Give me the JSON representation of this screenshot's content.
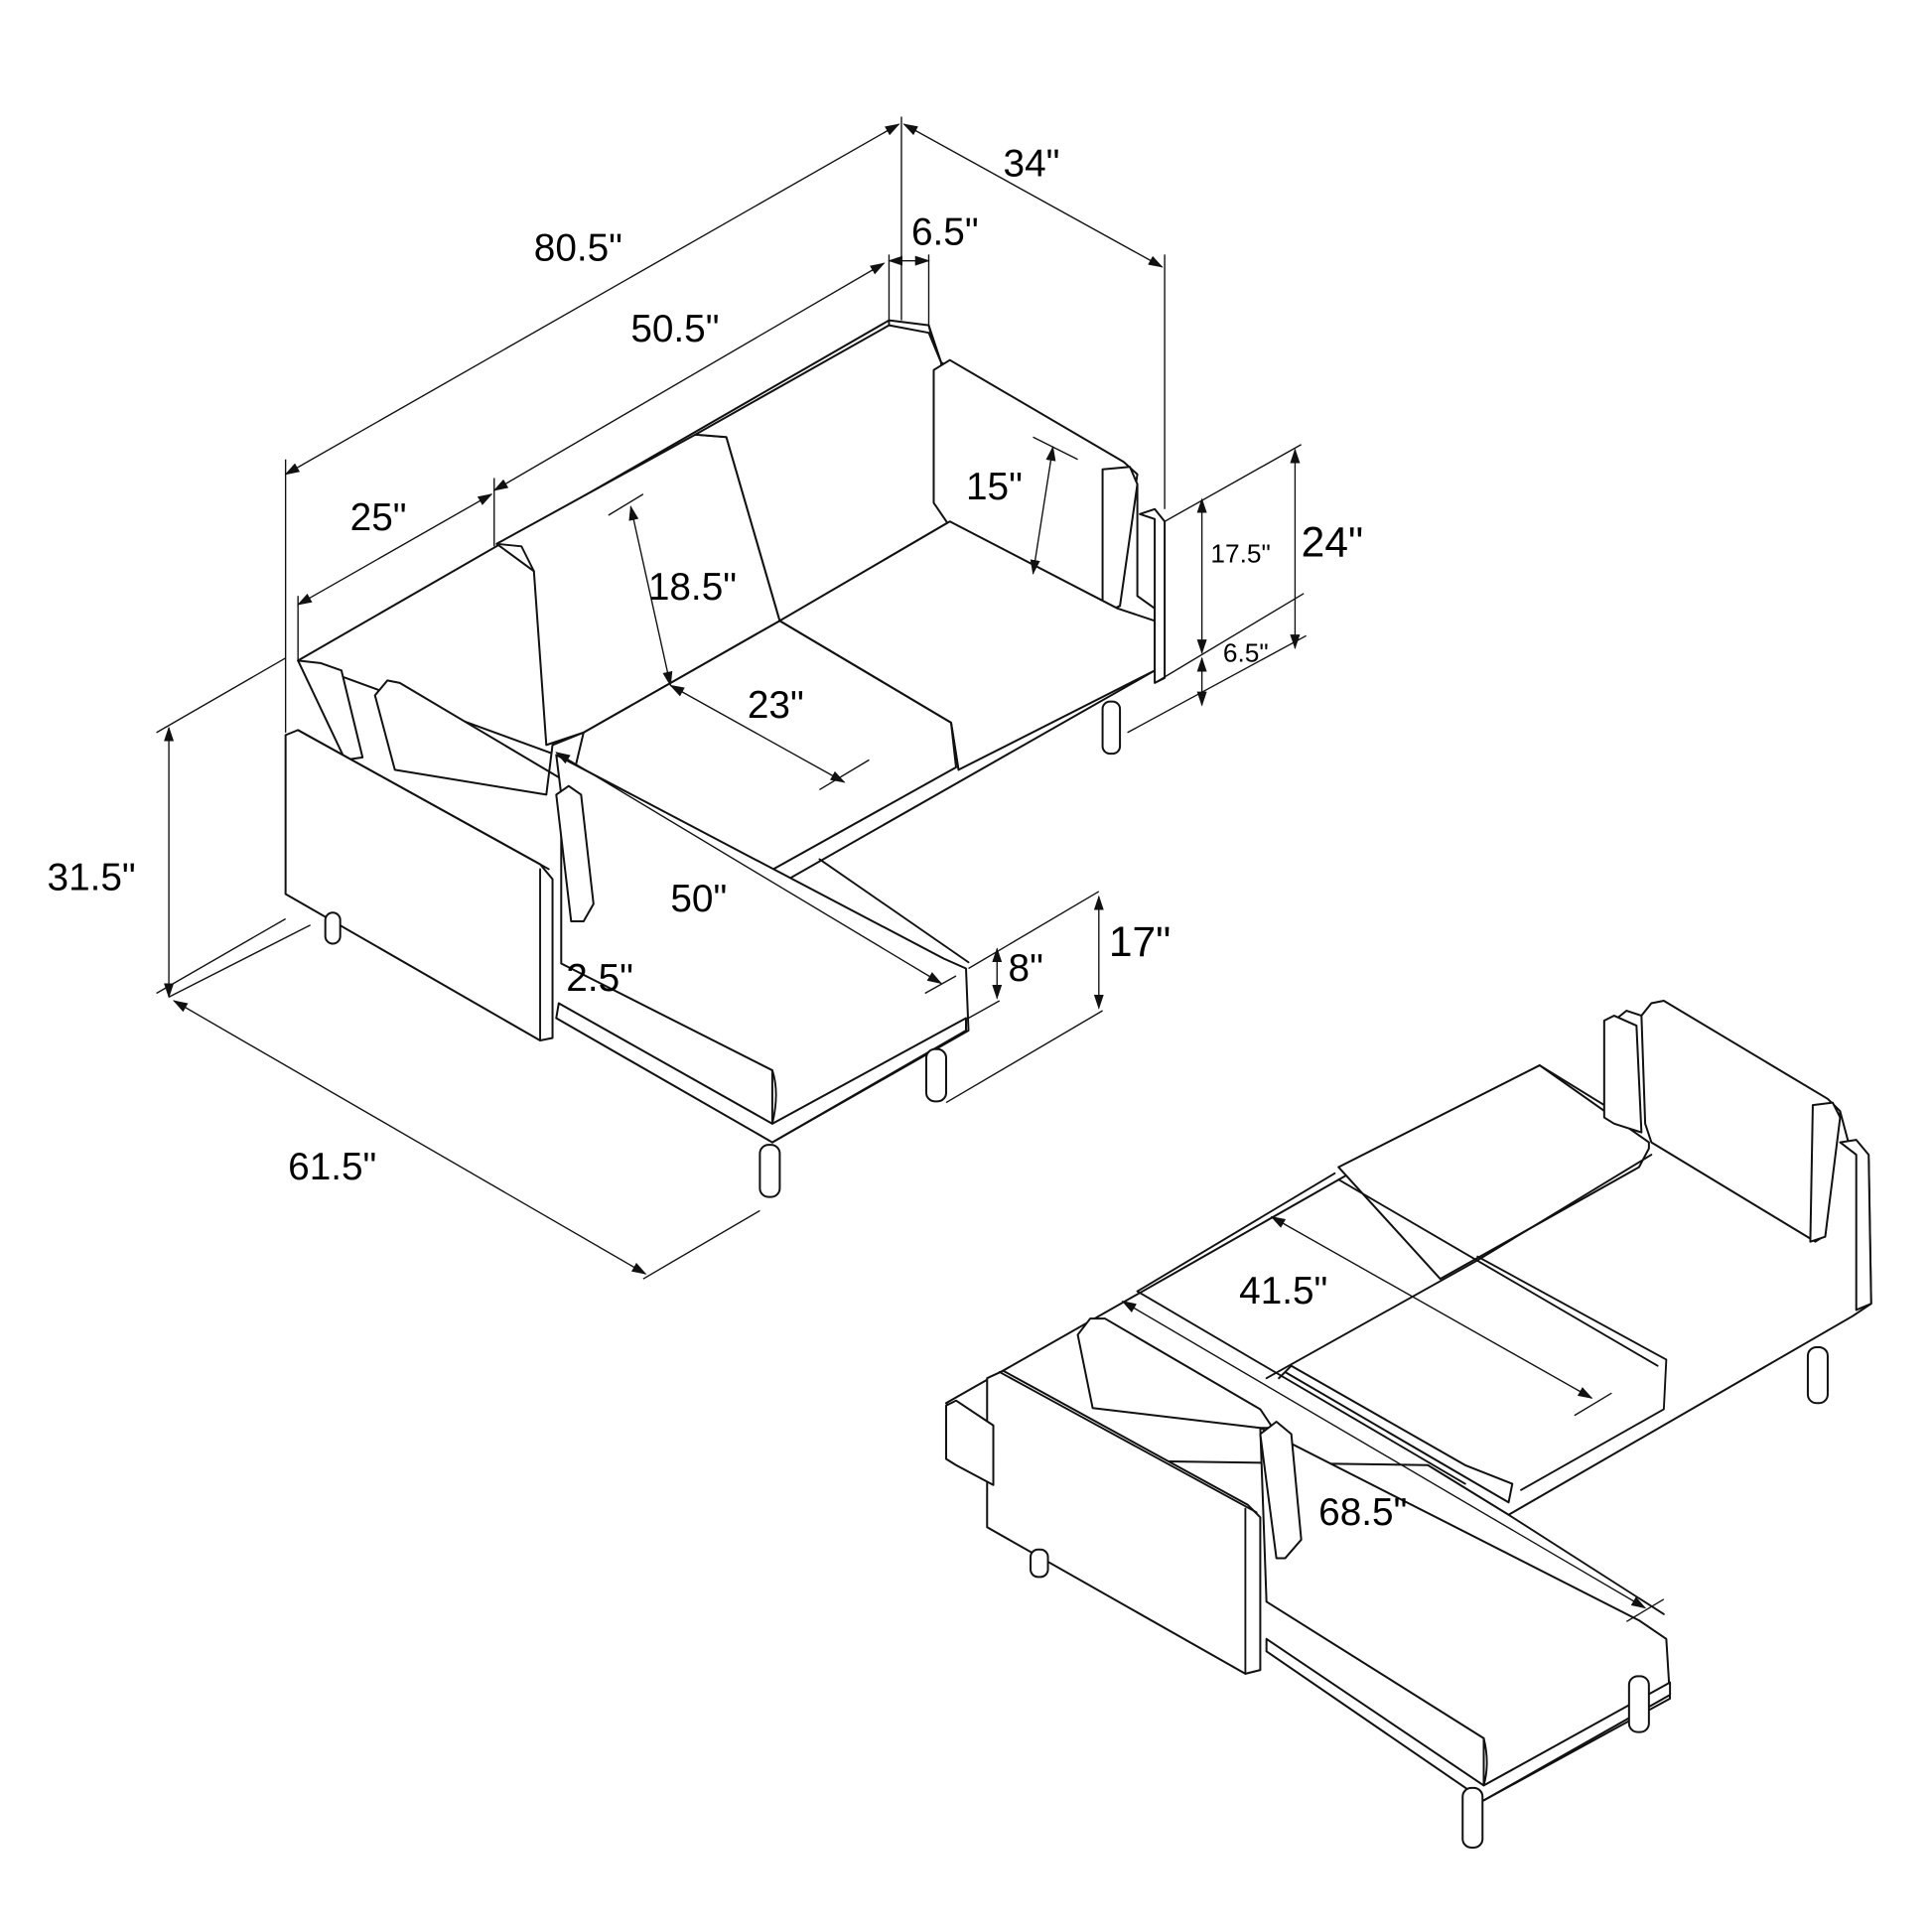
{
  "diagram": {
    "subject": "L-shaped sectional sofa bed dimension drawing",
    "colors": {
      "line": "#111111",
      "background": "#ffffff",
      "text": "#000000"
    },
    "views": [
      {
        "id": "sofa-mode",
        "description": "Upright sofa with chaise, isometric view",
        "dimensions": {
          "overall_width": "80.5\"",
          "overall_depth": "34\"",
          "armrest_back_offset": "6.5\"",
          "back_section_width": "50.5\"",
          "left_section_width": "25\"",
          "back_cushion_height": "18.5\"",
          "seat_depth": "23\"",
          "pillow_height": "15\"",
          "back_height_above_seat": "17.5\"",
          "back_total_height": "24\"",
          "frame_height": "6.5\"",
          "overall_height": "31.5\"",
          "overall_length": "61.5\"",
          "chaise_length": "50\"",
          "arm_thickness": "2.5\"",
          "seat_cushion_thickness": "8\"",
          "seat_height": "17\""
        }
      },
      {
        "id": "bed-mode",
        "description": "Reclined sofa bed, isometric view",
        "dimensions": {
          "bed_width": "41.5\"",
          "bed_length": "68.5\""
        }
      }
    ]
  }
}
